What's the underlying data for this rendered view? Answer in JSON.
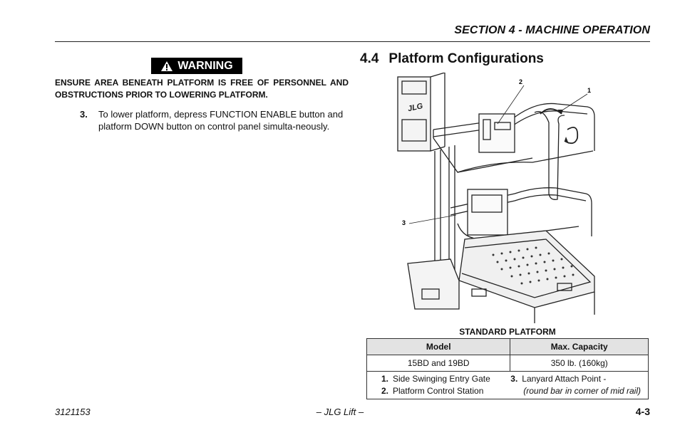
{
  "header": {
    "section_title": "SECTION 4 - MACHINE OPERATION"
  },
  "warning": {
    "label": "WARNING",
    "line1": "ENSURE AREA BENEATH PLATFORM IS FREE OF PERSONNEL AND",
    "line2": "OBSTRUCTIONS PRIOR TO LOWERING PLATFORM."
  },
  "step": {
    "number": "3.",
    "text": "To lower platform, depress FUNCTION ENABLE button and platform DOWN button on control panel simulta-neously."
  },
  "section": {
    "number": "4.4",
    "title": "Platform Configurations"
  },
  "figure": {
    "callouts": [
      "1",
      "2",
      "3"
    ],
    "brand_mark": "JLG",
    "caption": "STANDARD PLATFORM"
  },
  "table": {
    "headers": [
      "Model",
      "Max. Capacity"
    ],
    "row": [
      "15BD and 19BD",
      "350 lb. (160kg)"
    ],
    "legend": [
      {
        "num": "1.",
        "text": "Side Swinging Entry Gate"
      },
      {
        "num": "2.",
        "text": "Platform Control Station"
      },
      {
        "num": "3.",
        "text": "Lanyard Attach Point -"
      }
    ],
    "legend_note": "(round bar in corner of mid rail)"
  },
  "footer": {
    "doc_number": "3121153",
    "center": "– JLG Lift –",
    "page": "4-3"
  }
}
